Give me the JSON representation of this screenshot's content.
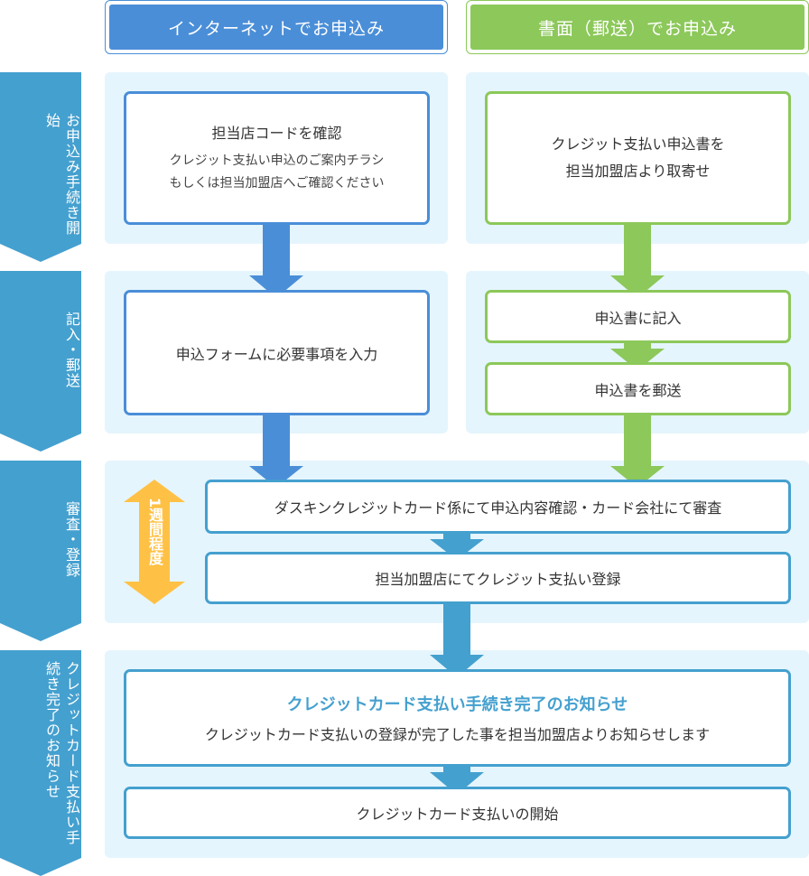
{
  "headers": {
    "internet": "インターネットでお申込み",
    "paper": "書面（郵送）でお申込み"
  },
  "colors": {
    "internet": "#4A8ED8",
    "paper": "#8CC85A",
    "step": "#44A0CF",
    "panel": "#E5F5FD",
    "duration": "#FFC145"
  },
  "steps": [
    "お申込み手続き開始",
    "記入・郵送",
    "審査・登録",
    "クレジットカード支払い手続き完了のお知らせ"
  ],
  "step1": {
    "internet_title": "担当店コードを確認",
    "internet_note1": "クレジット支払い申込のご案内チラシ",
    "internet_note2": "もしくは担当加盟店へご確認ください",
    "paper_line1": "クレジット支払い申込書を",
    "paper_line2": "担当加盟店より取寄せ"
  },
  "step2": {
    "internet": "申込フォームに必要事項を入力",
    "paper_a": "申込書に記入",
    "paper_b": "申込書を郵送"
  },
  "step3": {
    "duration": "1週間程度",
    "review": "ダスキンクレジットカード係にて申込内容確認・カード会社にて審査",
    "register": "担当加盟店にてクレジット支払い登録"
  },
  "step4": {
    "notice_title": "クレジットカード支払い手続き完了のお知らせ",
    "notice_text": "クレジットカード支払いの登録が完了した事を担当加盟店よりお知らせします",
    "start": "クレジットカード支払いの開始"
  }
}
